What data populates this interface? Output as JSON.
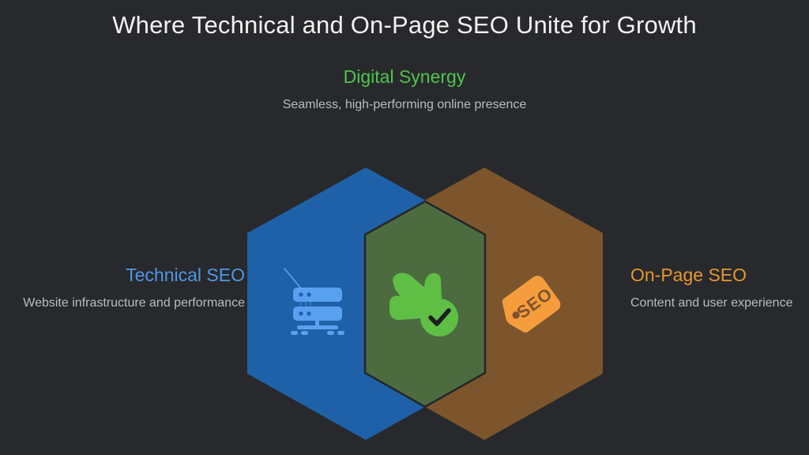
{
  "page": {
    "background_color": "#27292C",
    "title": "Where Technical and On-Page SEO Unite for Growth"
  },
  "center": {
    "heading": "Digital Synergy",
    "description": "Seamless, high-performing online presence",
    "heading_color": "#4EC44E",
    "shape_color": "#4C6B3F",
    "icon": "leaf-check-icon",
    "icon_color": "#5FBF45"
  },
  "left": {
    "heading": "Technical SEO",
    "description": "Website infrastructure and performance",
    "heading_color": "#4F97E8",
    "shape_color": "#1F61A8",
    "icon": "server-rack-icon",
    "icon_color": "#5AA0F0"
  },
  "right": {
    "heading": "On-Page SEO",
    "description": "Content and user experience",
    "heading_color": "#E8962F",
    "shape_color": "#7D552C",
    "icon": "seo-price-tag-icon",
    "icon_color": "#F59C3C",
    "icon_label": "SEO"
  },
  "colors": {
    "text_primary": "#F2F2F2",
    "text_secondary": "#B9BBBE",
    "outline": "#23262A"
  }
}
